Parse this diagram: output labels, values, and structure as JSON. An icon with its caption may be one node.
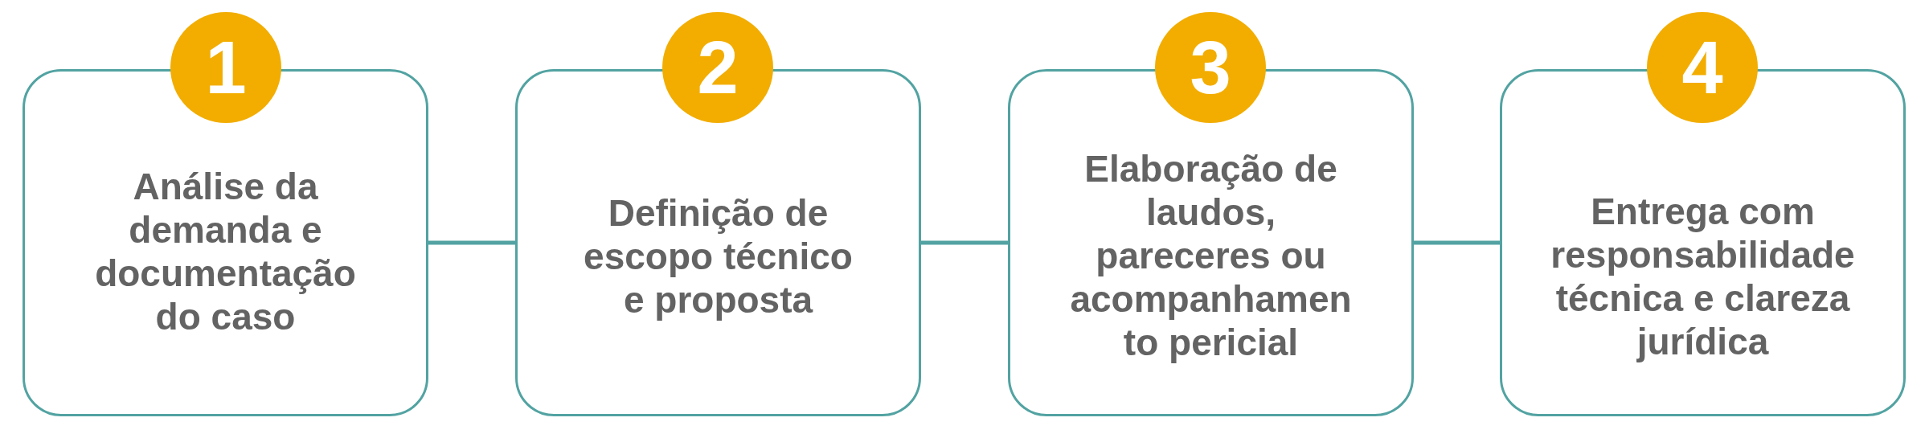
{
  "diagram": {
    "nodes": [
      {
        "text": [
          "1"
        ]
      },
      {
        "text": [
          "Análise da demanda e documentação do caso"
        ]
      },
      {
        "text": [
          "2"
        ]
      },
      {
        "text": [
          "Definição de escopo técnico e proposta"
        ]
      },
      {
        "text": [
          "3"
        ]
      },
      {
        "text": [
          "Elaboração de laudos, pareceres ou acompanhamen to pericial"
        ]
      },
      {
        "text": [
          "4"
        ]
      },
      {
        "text": [
          "Entrega com responsabilidade técnica e clareza jurídica"
        ]
      }
    ],
    "edges": [
      {
        "from": 1,
        "to": 3,
        "arrow": "none"
      },
      {
        "from": 3,
        "to": 5,
        "arrow": "none"
      },
      {
        "from": 5,
        "to": 7,
        "arrow": "none"
      }
    ]
  }
}
